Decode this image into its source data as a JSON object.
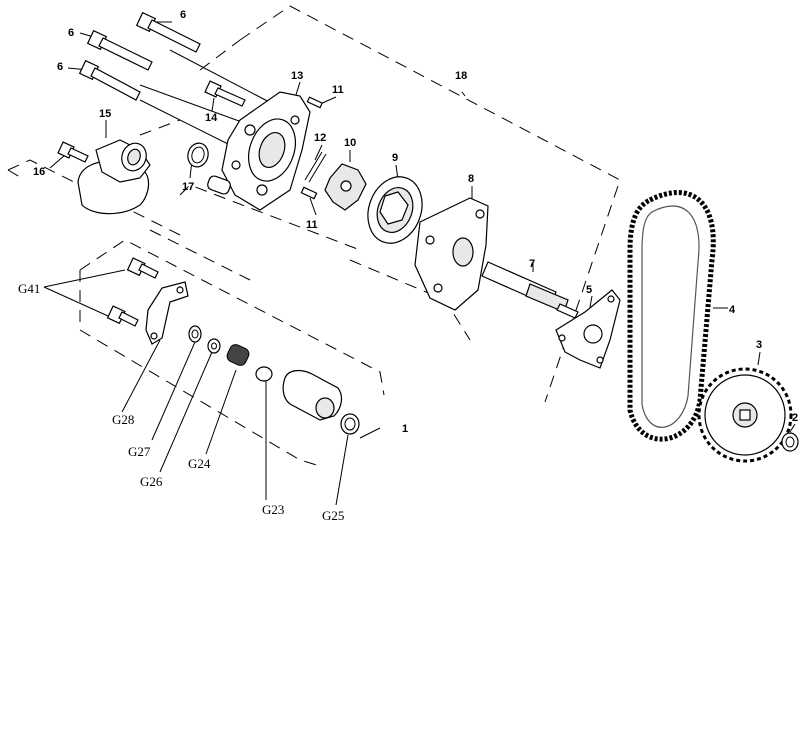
{
  "diagram": {
    "callouts": {
      "c1": "1",
      "c2": "2",
      "c3": "3",
      "c4": "4",
      "c5": "5",
      "c6a": "6",
      "c6b": "6",
      "c6c": "6",
      "c7": "7",
      "c8": "8",
      "c9": "9",
      "c10": "10",
      "c11a": "11",
      "c11b": "11",
      "c12": "12",
      "c13": "13",
      "c14": "14",
      "c15": "15",
      "c16": "16",
      "c17": "17",
      "c18": "18",
      "g41": "G41",
      "g28": "G28",
      "g27": "G27",
      "g26": "G26",
      "g24": "G24",
      "g23": "G23",
      "g25": "G25"
    }
  }
}
